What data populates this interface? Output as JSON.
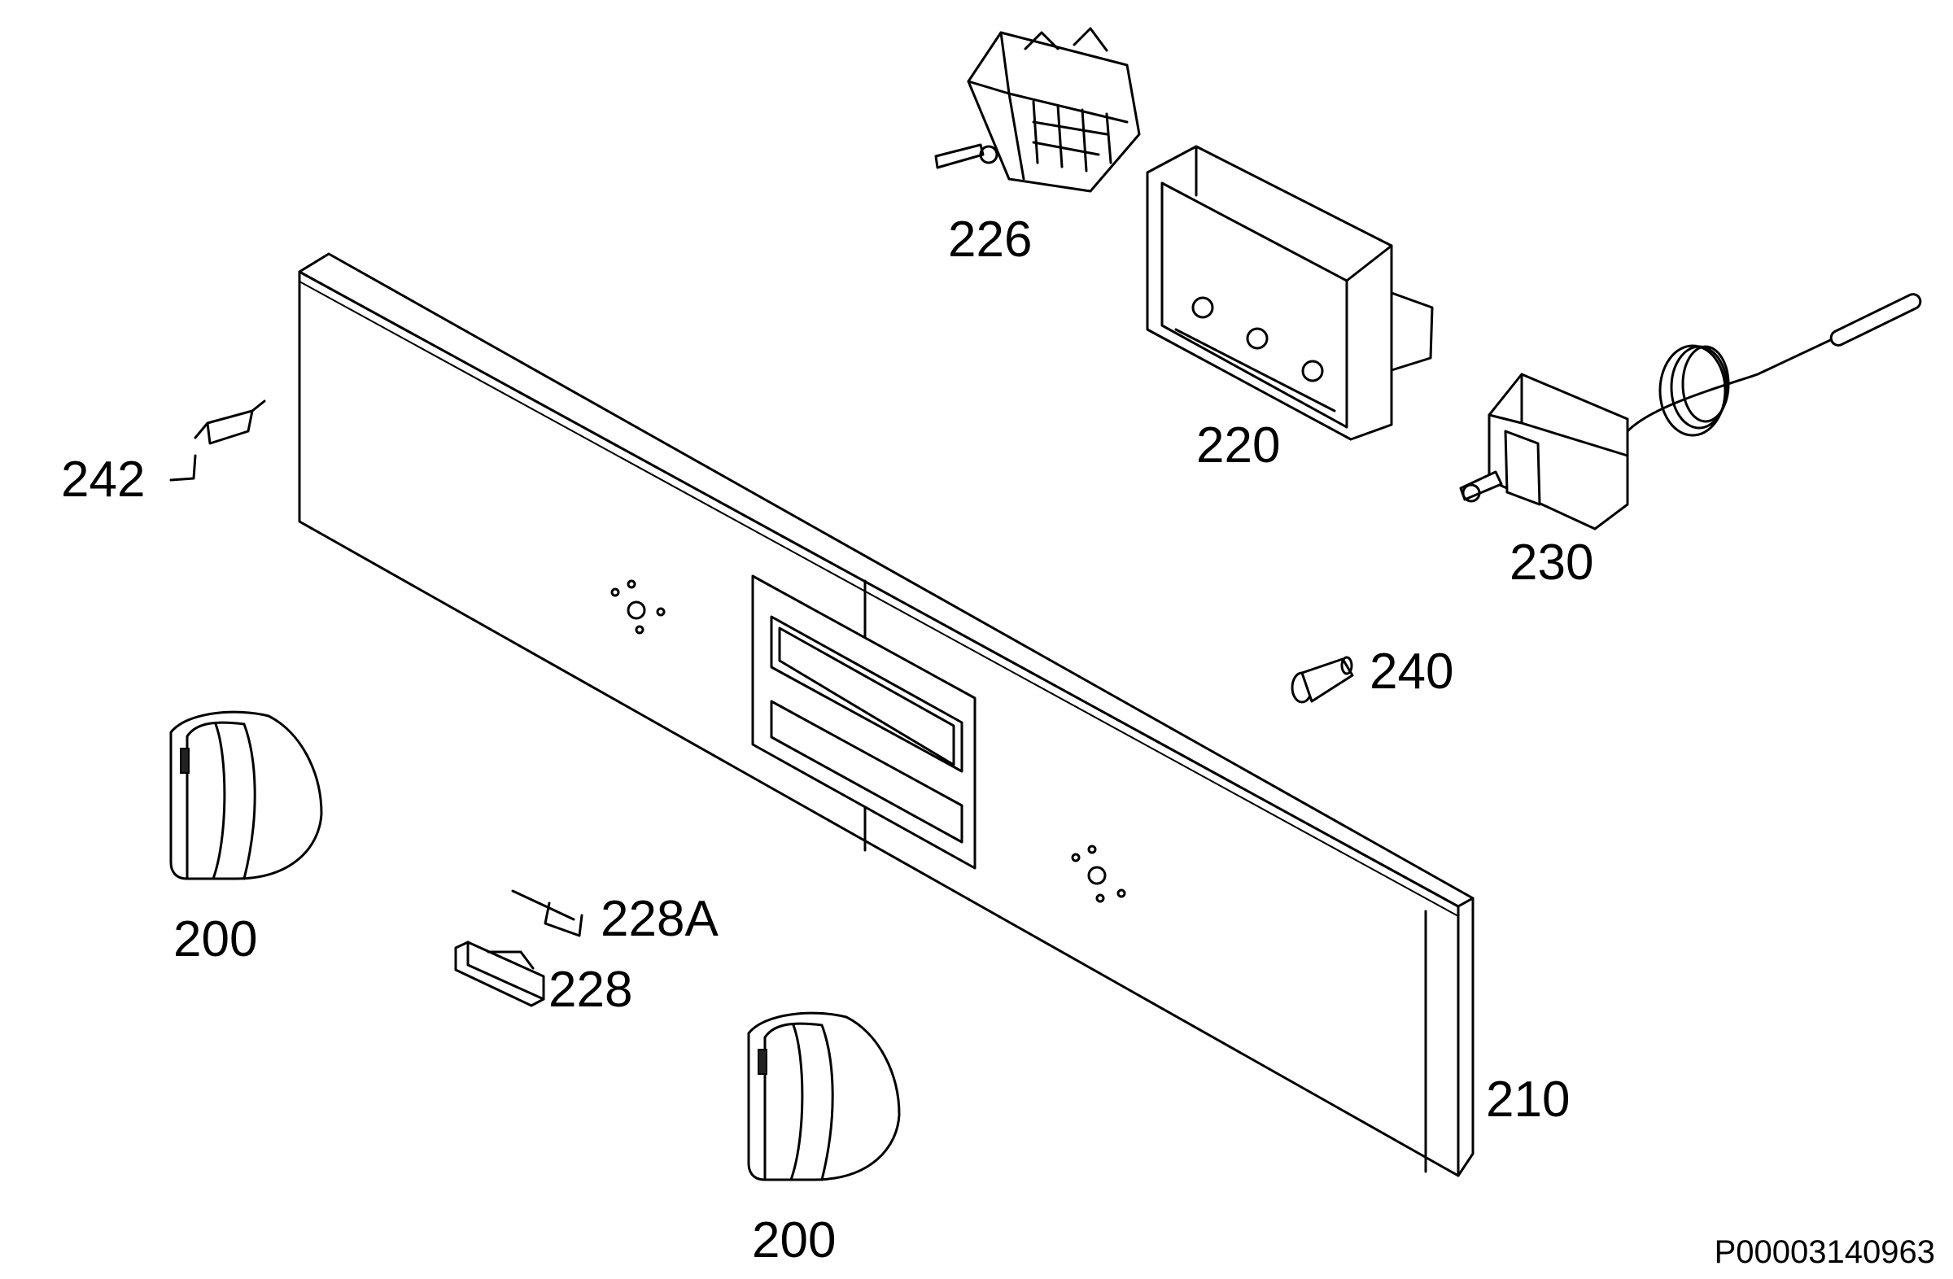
{
  "labels": {
    "p226": "226",
    "p220": "220",
    "p230": "230",
    "p242": "242",
    "p240": "240",
    "p200a": "200",
    "p200b": "200",
    "p228a": "228A",
    "p228": "228",
    "p210": "210"
  },
  "doc_number": "P00003140963"
}
